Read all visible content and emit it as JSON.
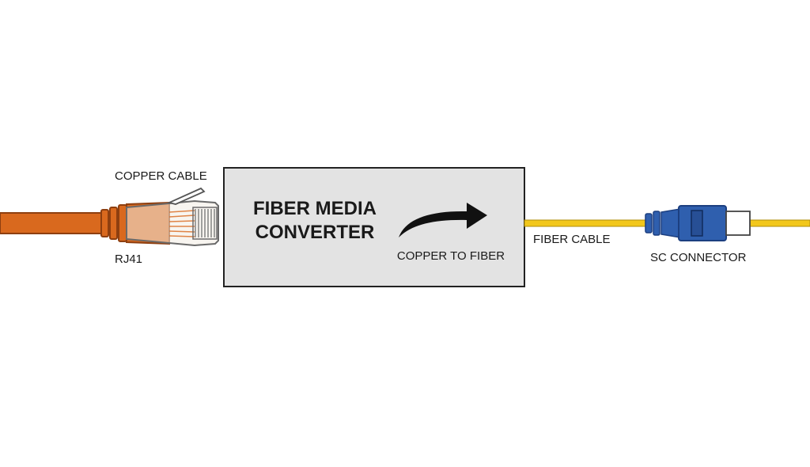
{
  "converter": {
    "title_line1": "FIBER MEDIA",
    "title_line2": "CONVERTER",
    "direction_label": "COPPER TO FIBER"
  },
  "labels": {
    "copper_cable": "COPPER CABLE",
    "rj41": "RJ41",
    "fiber_cable": "FIBER CABLE",
    "sc_connector": "SC CONNECTOR"
  },
  "colors": {
    "copper": "#d9691e",
    "copper_dark": "#8e3f10",
    "fiber": "#f2c71b",
    "sc_blue": "#2f5fae",
    "sc_blue_dark": "#1c3f80",
    "box_fill": "#e3e3e3",
    "arrow": "#111111"
  }
}
